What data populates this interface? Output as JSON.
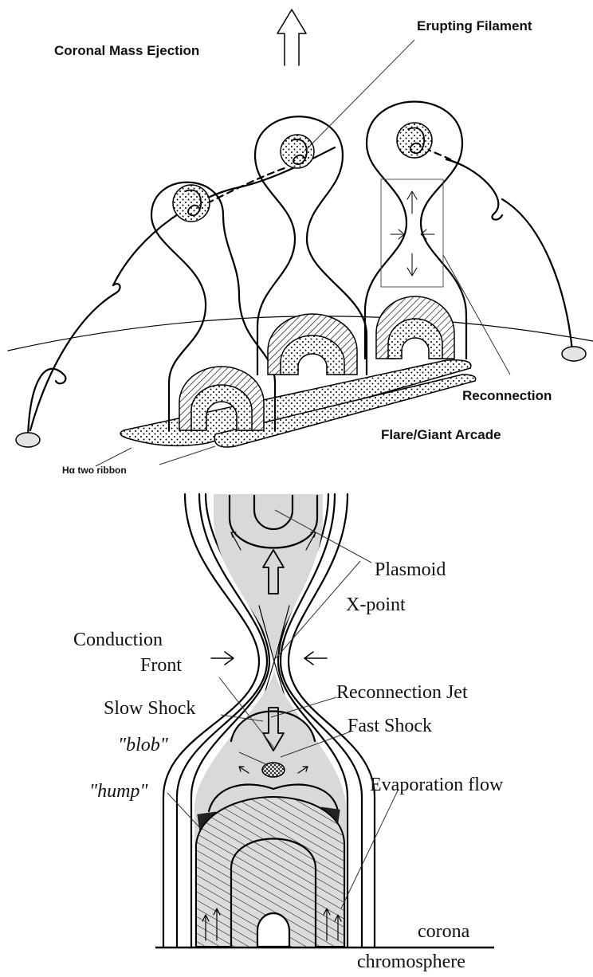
{
  "top_panel": {
    "labels": {
      "cme": "Coronal Mass Ejection",
      "filament": "Erupting Filament",
      "reconnection": "Reconnection",
      "arcade": "Flare/Giant Arcade",
      "ribbon": "Hα two ribbon"
    }
  },
  "bottom_panel": {
    "labels": {
      "plasmoid": "Plasmoid",
      "xpoint": "X-point",
      "conduction_1": "Conduction",
      "conduction_2": "Front",
      "slow_shock": "Slow Shock",
      "reconnection_jet": "Reconnection Jet",
      "fast_shock": "Fast Shock",
      "blob": "\"blob\"",
      "hump": "\"hump\"",
      "evaporation": "Evaporation flow",
      "corona": "corona",
      "chromosphere": "chromosphere"
    }
  },
  "colors": {
    "ink": "#000000",
    "shade": "#d9d9d9",
    "background": "#ffffff"
  }
}
